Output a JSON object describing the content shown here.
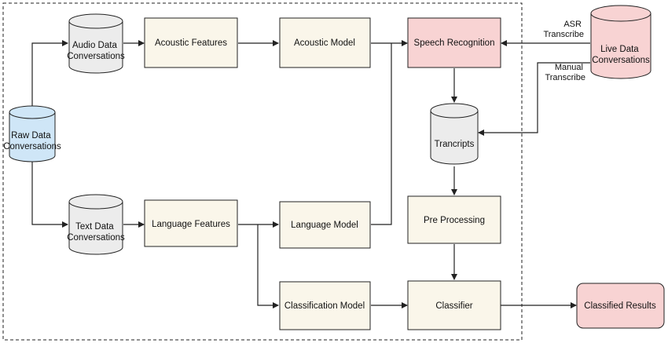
{
  "colors": {
    "process_fill": "#faf6ea",
    "highlight_fill": "#f8d3d3",
    "raw_fill": "#cfe6f7",
    "cylinder_fill": "#ececec",
    "stroke": "#222222"
  },
  "nodes": {
    "raw_data": [
      "Raw Data",
      "Conversations"
    ],
    "audio_data": [
      "Audio Data",
      "Conversations"
    ],
    "text_data": [
      "Text Data",
      "Conversations"
    ],
    "live_data": [
      "Live Data",
      "Conversations"
    ],
    "transcripts": [
      "Trancripts"
    ],
    "acoustic_features": "Acoustic Features",
    "acoustic_model": "Acoustic Model",
    "speech_recognition": "Speech Recognition",
    "language_features": "Language Features",
    "language_model": "Language Model",
    "pre_processing": "Pre Processing",
    "classification_model": "Classification Model",
    "classifier": "Classifier",
    "classified_results": "Classified Results"
  },
  "edge_labels": {
    "asr": [
      "ASR",
      "Transcribe"
    ],
    "manual": [
      "Manual",
      "Transcribe"
    ]
  }
}
